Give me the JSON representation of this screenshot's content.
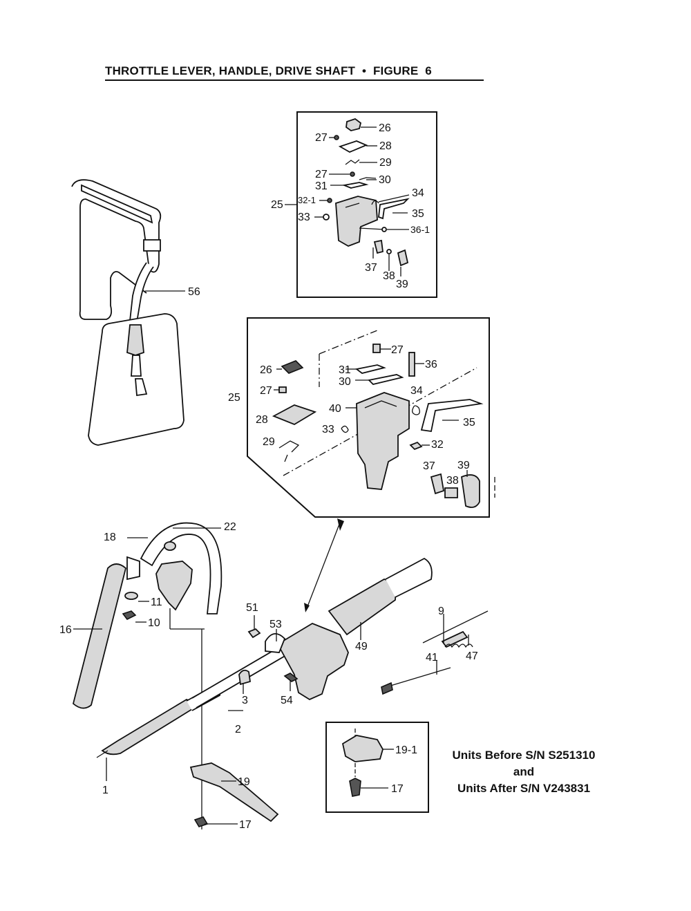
{
  "title": "THROTTLE LEVER, HANDLE, DRIVE SHAFT  •  FIGURE  6",
  "note": {
    "line1": "Units Before S/N S251310",
    "line2": "and",
    "line3": "Units After S/N V243831"
  },
  "labels": {
    "l1": "1",
    "l2": "2",
    "l3": "3",
    "l9": "9",
    "l10": "10",
    "l11": "11",
    "l16": "16",
    "l17a": "17",
    "l17b": "17",
    "l18": "18",
    "l19": "19",
    "l19_1": "19-1",
    "l22": "22",
    "l41": "41",
    "l47": "47",
    "l49": "49",
    "l51": "51",
    "l53": "53",
    "l54": "54",
    "l56": "56",
    "t_25": "25",
    "t_26": "26",
    "t_27a": "27",
    "t_27b": "27",
    "t_28": "28",
    "t_29": "29",
    "t_30": "30",
    "t_31": "31",
    "t_32_1": "32-1",
    "t_33": "33",
    "t_34": "34",
    "t_35": "35",
    "t_36_1": "36-1",
    "t_37": "37",
    "t_38": "38",
    "t_39": "39",
    "m_25": "25",
    "m_26": "26",
    "m_27a": "27",
    "m_27b": "27",
    "m_28": "28",
    "m_29": "29",
    "m_30": "30",
    "m_31": "31",
    "m_32": "32",
    "m_33": "33",
    "m_34": "34",
    "m_35": "35",
    "m_36": "36",
    "m_37": "37",
    "m_38": "38",
    "m_39": "39",
    "m_40": "40"
  }
}
